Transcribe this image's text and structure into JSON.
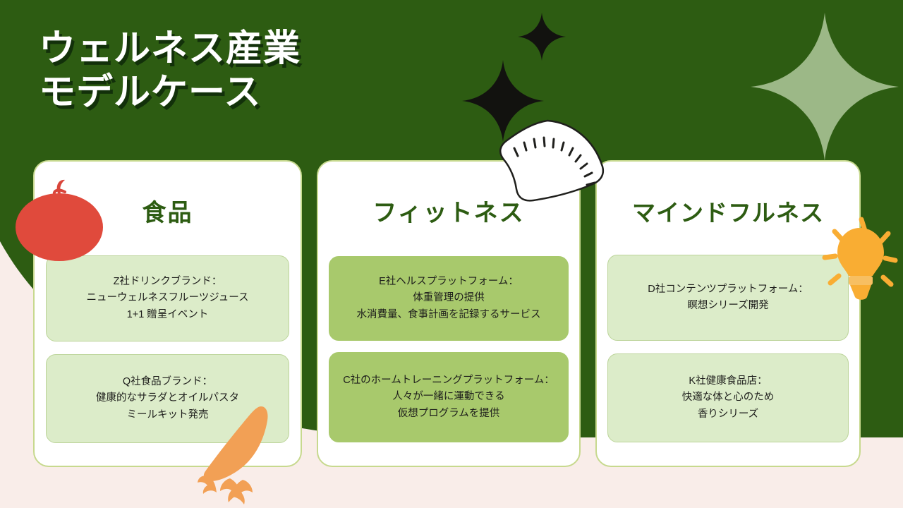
{
  "slide": {
    "title": "ウェルネス産業\nモデルケース",
    "background_color": "#2d5c12",
    "accent_color": "#a8c96c",
    "panel_color": "#f9ede9"
  },
  "decorations": [
    {
      "name": "sparkle-black-small",
      "color": "#12120f"
    },
    {
      "name": "sparkle-black-large",
      "color": "#12120f"
    },
    {
      "name": "sparkle-green-large",
      "color": "#9cb887"
    },
    {
      "name": "scale-gauge",
      "color": "#ffffff"
    },
    {
      "name": "tomato",
      "color": "#e04a3c"
    },
    {
      "name": "carrot",
      "color": "#f2a055"
    },
    {
      "name": "lightbulb",
      "color": "#f9ad33"
    }
  ],
  "cards": [
    {
      "title": "食品",
      "box_style": "light",
      "items": [
        "Z社ドリンクブランド：\nニューウェルネスフルーツジュース\n1+1 贈呈イベント",
        "Q社食品ブランド：\n健康的なサラダとオイルパスタ\nミールキット発売"
      ]
    },
    {
      "title": "フィットネス",
      "box_style": "olive",
      "items": [
        "E社ヘルスプラットフォーム：\n体重管理の提供\n水消費量、食事計画を記録するサービス",
        "C社のホームトレーニングプラットフォーム：\n人々が一緒に運動できる\n仮想プログラムを提供"
      ]
    },
    {
      "title": "マインドフルネス",
      "box_style": "light",
      "items": [
        "D社コンテンツプラットフォーム：\n瞑想シリーズ開発",
        "K社健康食品店：\n快適な体と心のため\n香りシリーズ"
      ]
    }
  ]
}
